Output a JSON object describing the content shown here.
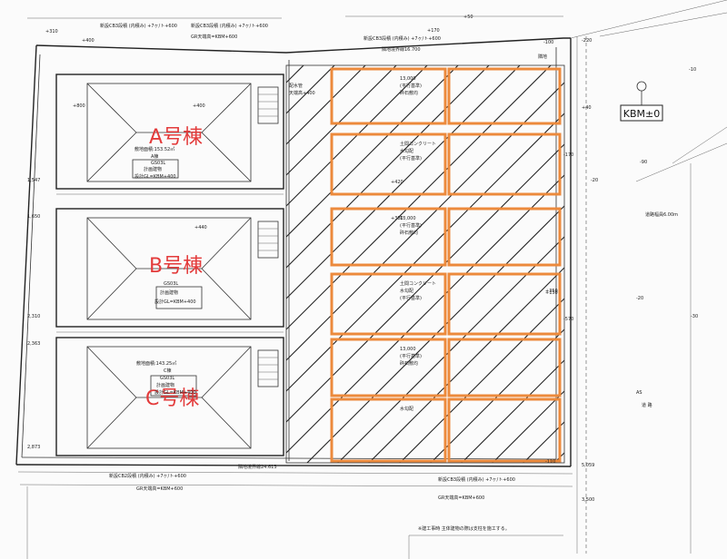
{
  "kbm": {
    "label": "KBM±0"
  },
  "buildings": {
    "a": {
      "title": "A号棟",
      "area": "敷地面積:153.52㎡",
      "code1": "A棟",
      "code2": "GS03L",
      "note": "計画建物",
      "gl": "設計GL=KBM+400"
    },
    "b": {
      "title": "B号棟",
      "code": "GS03L",
      "note": "計画建物",
      "gl": "設計GL=KBM+400"
    },
    "c": {
      "title": "C号棟",
      "area": "敷地面積:143.25㎡",
      "code1": "C棟",
      "code2": "GS03L",
      "note": "計画建物",
      "gl": "設計GL=KBM+400"
    }
  },
  "bays": [
    {
      "labels": [
        "13,000",
        "(平行基準)",
        "砕石敷均"
      ]
    },
    {
      "labels": [
        "土間コンクリート",
        "水勾配",
        "(平行基準)"
      ]
    },
    {
      "labels": [
        "13,000",
        "(平行基準)",
        "砕石敷均"
      ]
    },
    {
      "labels": [
        "土間コンクリート",
        "水勾配",
        "(平行基準)"
      ]
    },
    {
      "labels": [
        "13,000",
        "(平行基準)",
        "砕石敷均"
      ]
    },
    {
      "labels": [
        "水勾配",
        ""
      ]
    }
  ],
  "dims": {
    "d1": "+310",
    "d2": "+400",
    "d3": "新設CB3段積 (内積み) +7ヶ/ト+600",
    "d4": "新設CB3段積 (内積み) +7ヶ/ト+600",
    "d5": "GR天端高=KBM+600",
    "d6": "新設CB3段積 (内積み) +7ヶ/ト+600",
    "d7": "隣地境界線16.700",
    "d8": "+800",
    "d9": "配水管",
    "d10": "天端高+400",
    "d11": "1,547",
    "d12": "1,650",
    "d13": "2,310",
    "d14": "2,363",
    "d15": "2,873",
    "d16": "+170",
    "d17": "-100",
    "d18": "-220",
    "d19": "-10",
    "d20": "-170",
    "d21": "-90",
    "d22": "-570",
    "d23": "-30",
    "d24": "+420",
    "d25": "+150",
    "d26": "-110",
    "d27": "5,059",
    "d28": "新設CB3段積 (内積み) +7ヶ/ト+600",
    "d29": "GR天端高=KBM+600",
    "d30": "3,500",
    "d31": "新設CB2段積 (内積み) +7ヶ/ト+600",
    "d32": "GR天端高=KBM+600",
    "d33": "隣地境界線24.613",
    "d34": "道路幅員6.00m",
    "d35": "-20",
    "d36": "AS",
    "d37": "道 路",
    "d38": "※建工事時 主体建物の際は支柱を施工する。",
    "d39": "+50",
    "d40": "-20",
    "d41": "+40",
    "d42": "+380",
    "d43": "+440",
    "d44": "+400",
    "d45": "隣地",
    "d46": "+350"
  }
}
